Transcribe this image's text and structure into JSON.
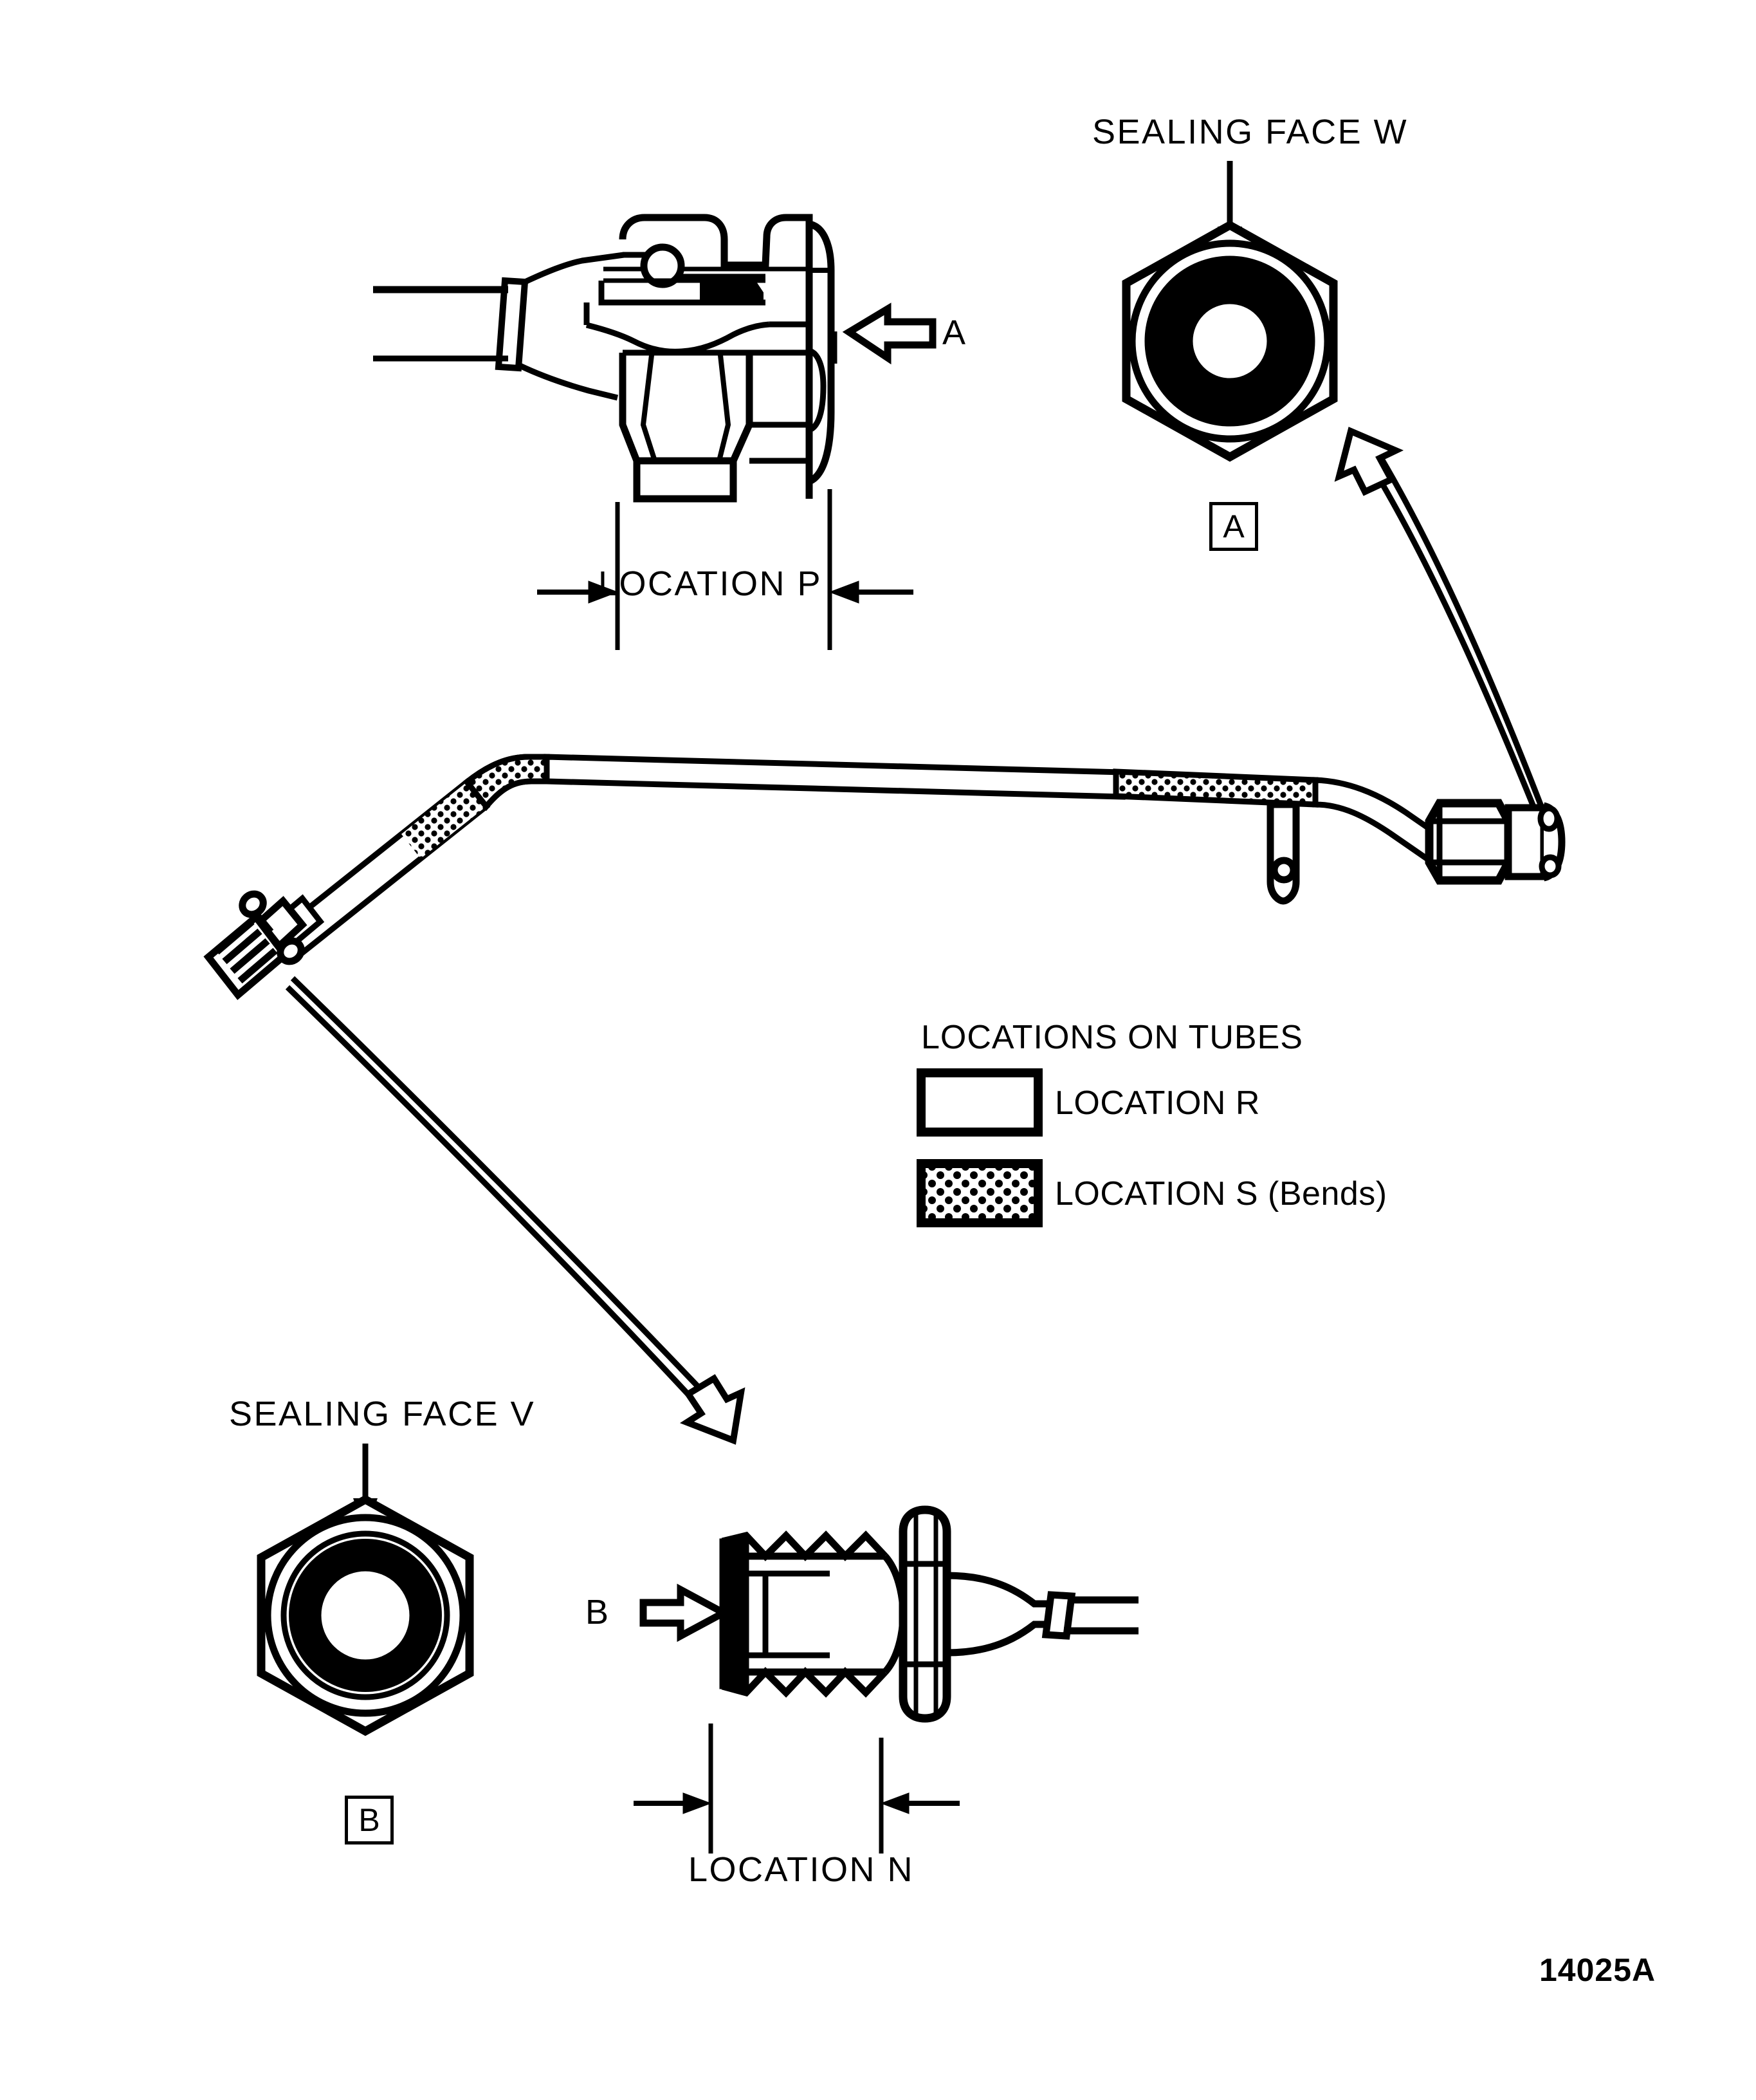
{
  "figure": {
    "number": "14025A",
    "title_caption": "LOCATIONS ON TUBES"
  },
  "detail_views": {
    "top_left": {
      "name": "elbow-fitting-side-view",
      "view_arrow_label": "A",
      "dimension_label": "LOCATION P"
    },
    "top_right": {
      "name": "hex-nut-end-view-a",
      "callout_label": "SEALING FACE W",
      "view_id": "A"
    },
    "bottom_left": {
      "name": "hex-nut-end-view-b",
      "callout_label": "SEALING FACE V",
      "view_id": "B"
    },
    "bottom_right": {
      "name": "threaded-fitting-side-view",
      "view_arrow_label": "B",
      "dimension_label": "LOCATION N"
    }
  },
  "legend": {
    "title": "LOCATIONS ON TUBES",
    "items": [
      {
        "swatch": "plain",
        "label": "LOCATION R"
      },
      {
        "swatch": "stippled",
        "label": "LOCATION S (Bends)"
      }
    ]
  },
  "colors": {
    "ink": "#000000",
    "paper": "#ffffff"
  },
  "icons": {
    "view_arrow_left": "block-arrow-left-icon",
    "view_arrow_right": "block-arrow-right-icon",
    "callout_arrow_down": "callout-arrow-down-icon",
    "leader_arrow_curved_up": "curved-leader-arrow-up-icon",
    "leader_arrow_curved_down": "curved-leader-arrow-down-icon",
    "dimension_arrow": "dimension-arrow-icon"
  }
}
